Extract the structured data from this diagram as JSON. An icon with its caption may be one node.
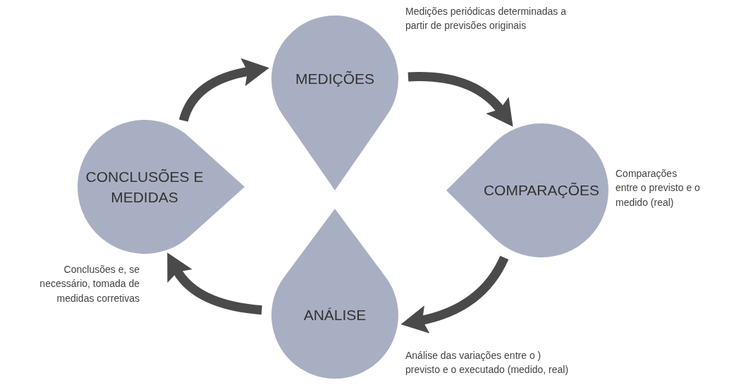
{
  "diagram": {
    "nodes": [
      {
        "text": [
          "MEDIÇÕES"
        ],
        "beside": [
          "Medições periódicas determinadas a partir de previsões originais"
        ]
      },
      {
        "text": [
          "CONCLUSÕES E MEDIDAS"
        ],
        "beside": [
          "Conclusões e, se necessário, tomada de medidas corretivas"
        ]
      },
      {
        "text": [
          "COMPARAÇÕES"
        ],
        "beside": [
          "Comparações entre o previsto e o medido (real)"
        ]
      },
      {
        "text": [
          "ANÁLISE"
        ],
        "beside": [
          "Análise das variações entre o ) previsto e o executado (medido, real)"
        ]
      }
    ],
    "edges": [
      {
        "from": 1,
        "to": 0,
        "arrow": "to"
      },
      {
        "from": 0,
        "to": 2,
        "arrow": "to"
      },
      {
        "from": 2,
        "to": 3,
        "arrow": "to"
      },
      {
        "from": 3,
        "to": 1,
        "arrow": "to"
      }
    ]
  }
}
